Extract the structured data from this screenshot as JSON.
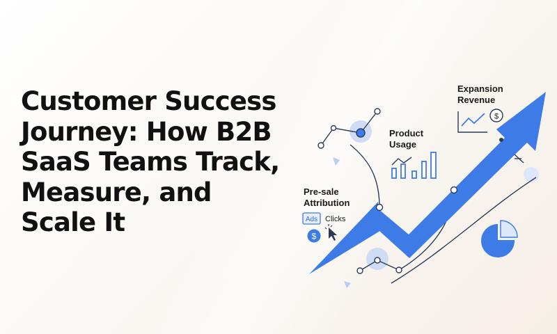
{
  "title": {
    "lines": [
      "Customer Success",
      "Journey: How B2B",
      "SaaS Teams Track,",
      "Measure, and",
      "Scale It"
    ]
  },
  "illustration": {
    "labels": {
      "expansion_line1": "Expansion",
      "expansion_line2": "Revenue",
      "product_line1": "Product",
      "product_line2": "Usage",
      "presale_line1": "Pre-sale",
      "presale_line2": "Attribution",
      "ads": "Ads",
      "clicks": "Clicks",
      "dollar": "$"
    },
    "icons": [
      "dollar-coin-icon",
      "cursor-click-icon",
      "bar-chart-icon",
      "line-chart-icon",
      "pie-chart-icon",
      "trend-arrow-icon"
    ],
    "colors": {
      "accent": "#3d7be6",
      "accent_light": "#dce7fb",
      "line": "#2b3a55",
      "circle_fill": "#cfdcf5"
    }
  }
}
